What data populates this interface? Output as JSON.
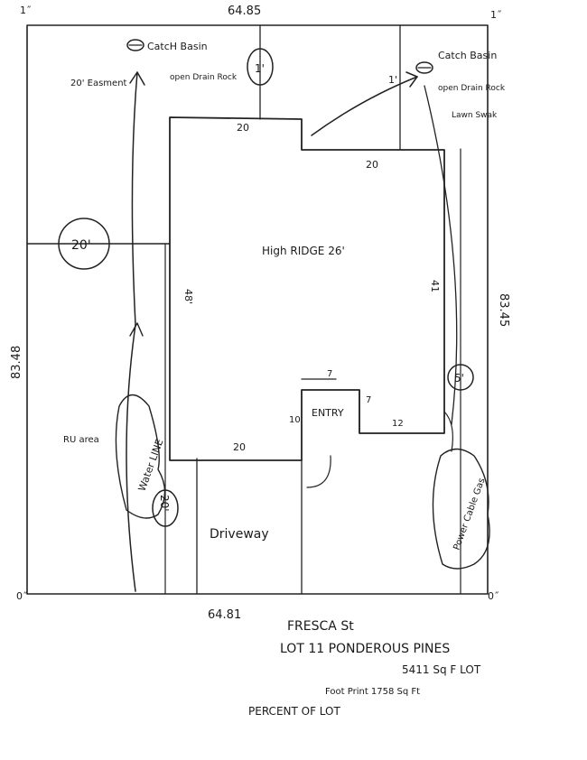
{
  "lot_sides": {
    "top": "64.85",
    "bottom": "64.81",
    "left": "83.48",
    "right": "83.45"
  },
  "corners": {
    "top_left": "1˝",
    "top_right": "1˝",
    "bottom_left": "0˝",
    "bottom_right": "0˝"
  },
  "easement": "20' Easment",
  "catch_basin_left": {
    "title": "CatcH Basin",
    "note": "open Drain Rock",
    "depth": "1'"
  },
  "catch_basin_right": {
    "title": "Catch Basin",
    "note_1": "open Drain Rock",
    "note_2": "Lawn Swak",
    "depth": "1'"
  },
  "house": {
    "label": "High RIDGE 26'",
    "dim_top_left": "20",
    "dim_top_right": "20",
    "dim_left": "48'",
    "dim_right": "41",
    "dim_bottom": "20",
    "dim_entry_top": "7",
    "dim_entry_side": "7",
    "dim_entry_left": "10",
    "dim_entry_bottom": "12"
  },
  "entry": "ENTRY",
  "driveway": "Driveway",
  "setbacks": {
    "side_left": "20'",
    "front_left": "20'",
    "side_right": "5'"
  },
  "rv_area": "RU area",
  "water_line": "Water LINE",
  "utilities": "Power Cable Gas",
  "notes": {
    "street": "FRESCA St",
    "lot": "LOT 11 PONDEROUS PINES",
    "lot_area": "5411 Sq F LOT",
    "footprint": "Foot Print 1758 Sq Ft",
    "percent": "PERCENT OF LOT"
  },
  "colors": {
    "ink": "#222222",
    "paper": "#ffffff"
  }
}
